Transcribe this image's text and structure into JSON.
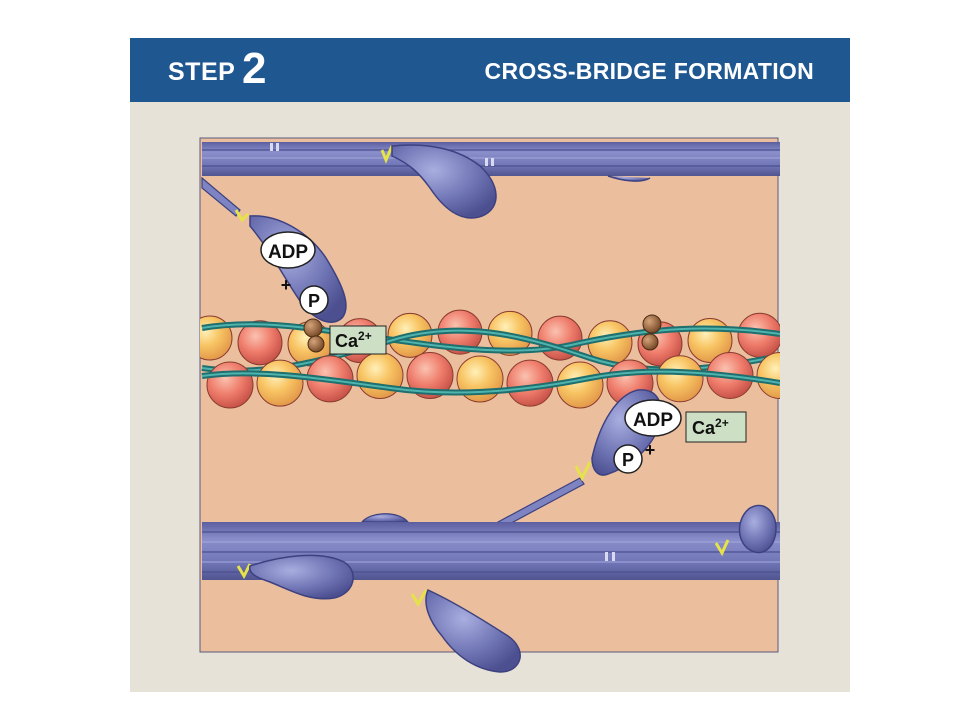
{
  "header": {
    "step_word": "STEP",
    "step_number": "2",
    "title": "CROSS-BRIDGE FORMATION"
  },
  "labels": {
    "adp_top": "ADP",
    "p_top": "P",
    "plus_top": "+",
    "ca_top": "Ca",
    "ca_top_charge": "2+",
    "adp_bottom": "ADP",
    "p_bottom": "P",
    "plus_bottom": "+",
    "ca_bottom": "Ca",
    "ca_bottom_charge": "2+"
  },
  "colors": {
    "header_blue": "#1f5791",
    "slide_bg": "#e6e2d8",
    "sarcomere_bg": "#ebbf9d",
    "myosin_purple": "#6f74b4",
    "actin_pink": "#ef7d6c",
    "actin_yellow": "#f7b94a",
    "tropomyosin_teal": "#2a8c8a",
    "calcium_box": "#cde0c5"
  }
}
